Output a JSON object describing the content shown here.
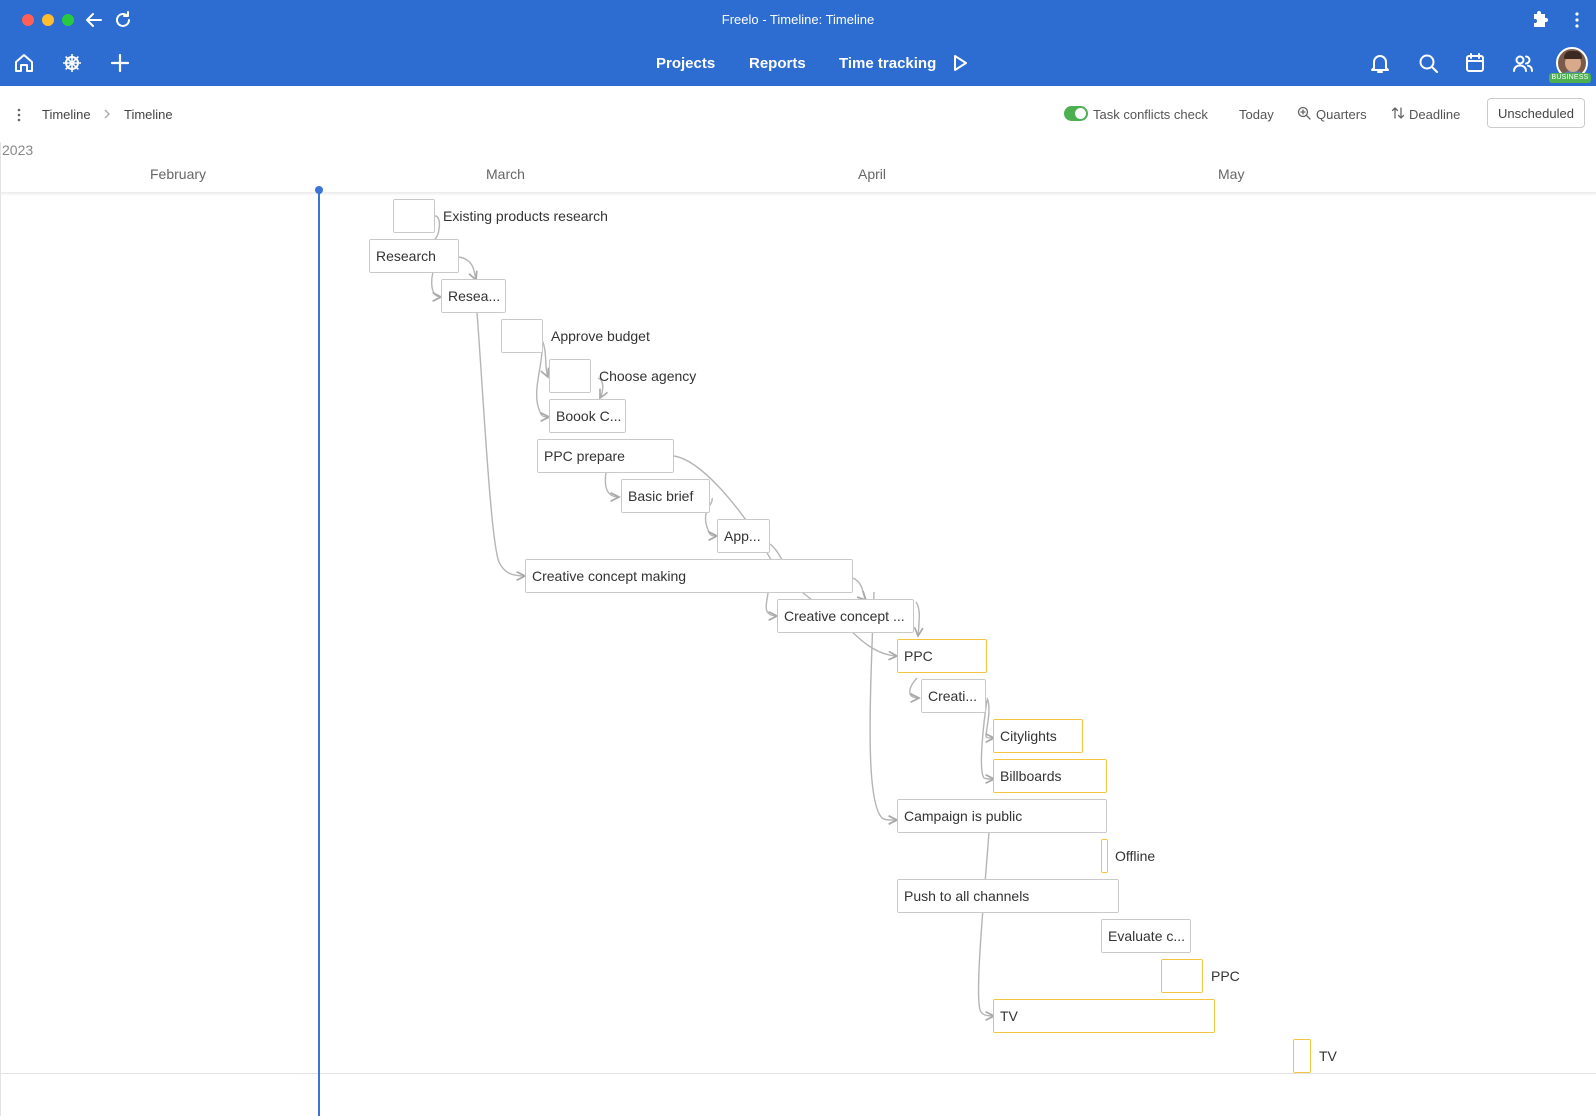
{
  "window": {
    "title": "Freelo - Timeline: Timeline"
  },
  "nav": {
    "links": [
      "Projects",
      "Reports",
      "Time tracking"
    ],
    "badge": "BUSINESS"
  },
  "toolbar": {
    "breadcrumb": [
      "Timeline",
      "Timeline"
    ],
    "conflicts_label": "Task conflicts check",
    "conflicts_enabled": true,
    "today_label": "Today",
    "quarters_label": "Quarters",
    "deadline_label": "Deadline",
    "unscheduled_label": "Unscheduled"
  },
  "timeline": {
    "year": "2023",
    "months": [
      "February",
      "March",
      "April",
      "May"
    ],
    "tasks": [
      {
        "label": "",
        "outside_label": "Existing products research",
        "yellow": false
      },
      {
        "label": "Research",
        "outside_label": "",
        "yellow": false
      },
      {
        "label": "Resea...",
        "outside_label": "",
        "yellow": false
      },
      {
        "label": "",
        "outside_label": "Approve budget",
        "yellow": false
      },
      {
        "label": "",
        "outside_label": "Choose agency",
        "yellow": false
      },
      {
        "label": "Boook C...",
        "outside_label": "",
        "yellow": false
      },
      {
        "label": "PPC prepare",
        "outside_label": "",
        "yellow": false
      },
      {
        "label": "Basic brief",
        "outside_label": "",
        "yellow": false
      },
      {
        "label": "App...",
        "outside_label": "",
        "yellow": false
      },
      {
        "label": "Creative concept making",
        "outside_label": "",
        "yellow": false
      },
      {
        "label": "Creative concept ...",
        "outside_label": "",
        "yellow": false
      },
      {
        "label": "PPC",
        "outside_label": "",
        "yellow": true
      },
      {
        "label": "Creati...",
        "outside_label": "",
        "yellow": false
      },
      {
        "label": "Citylights",
        "outside_label": "",
        "yellow": true
      },
      {
        "label": "Billboards",
        "outside_label": "",
        "yellow": true
      },
      {
        "label": "Campaign is public",
        "outside_label": "",
        "yellow": false
      },
      {
        "label": "",
        "outside_label": "Offline",
        "yellow": true
      },
      {
        "label": "Push to all channels",
        "outside_label": "",
        "yellow": false
      },
      {
        "label": "Evaluate c...",
        "outside_label": "",
        "yellow": false
      },
      {
        "label": "",
        "outside_label": "PPC",
        "yellow": true
      },
      {
        "label": "TV",
        "outside_label": "",
        "yellow": true
      },
      {
        "label": "",
        "outside_label": "TV",
        "yellow": true
      }
    ]
  }
}
